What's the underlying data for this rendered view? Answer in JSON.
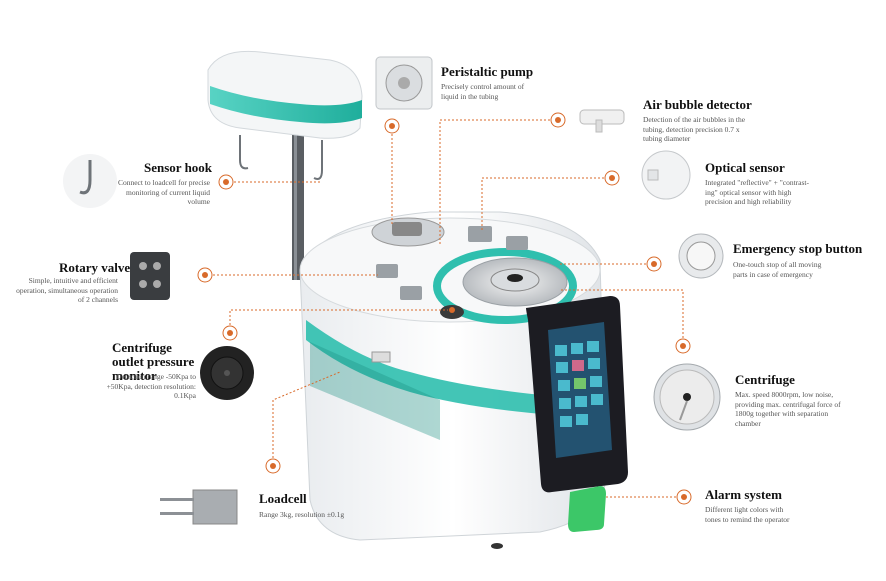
{
  "features": {
    "peristaltic_pump": {
      "title": "Peristaltic pump",
      "desc": "Precisely control amount of liquid in the tubing"
    },
    "air_bubble_detector": {
      "title": "Air bubble detector",
      "desc": "Detection of the air bubbles in the tubing, detection precision 0.7 x tubing diameter"
    },
    "optical_sensor": {
      "title": "Optical sensor",
      "desc": "Integrated \"reflective\" + \"contrast-ing\" optical sensor with high precision and high reliability"
    },
    "emergency_stop": {
      "title": "Emergency stop button",
      "desc": "One-touch stop of all moving parts in case of emergency"
    },
    "centrifuge": {
      "title": "Centrifuge",
      "desc": "Max. speed 8000rpm, low noise, providing max. centrifugal force of 1800g together with separation chamber"
    },
    "alarm_system": {
      "title": "Alarm system",
      "desc": "Different light colors with tones to remind the operator"
    },
    "sensor_hook": {
      "title": "Sensor hook",
      "desc": "Connect to loadcell for precise monitoring of current liquid volume"
    },
    "rotary_valve": {
      "title": "Rotary valve",
      "desc": "Simple, intuitive and efficient operation, simultaneous operation of 2 channels"
    },
    "centrifuge_outlet": {
      "title": "Centrifuge outlet pressure monitor",
      "desc": "Detection range -50Kpa to +50Kpa, detection resolution: 0.1Kpa"
    },
    "loadcell": {
      "title": "Loadcell",
      "desc": "Range 3kg, resolution ±0.1g"
    }
  },
  "colors": {
    "accent_orange": "#d86a2a",
    "teal": "#2fbfae",
    "alarm_green": "#3cc768",
    "screen_dark": "#1c1c22"
  },
  "icons": [
    "pump-icon",
    "bubble-detector-icon",
    "optical-sensor-icon",
    "emergency-stop-icon",
    "centrifuge-icon",
    "sensor-hook-icon",
    "rotary-valve-icon",
    "pressure-monitor-icon",
    "loadcell-icon"
  ]
}
